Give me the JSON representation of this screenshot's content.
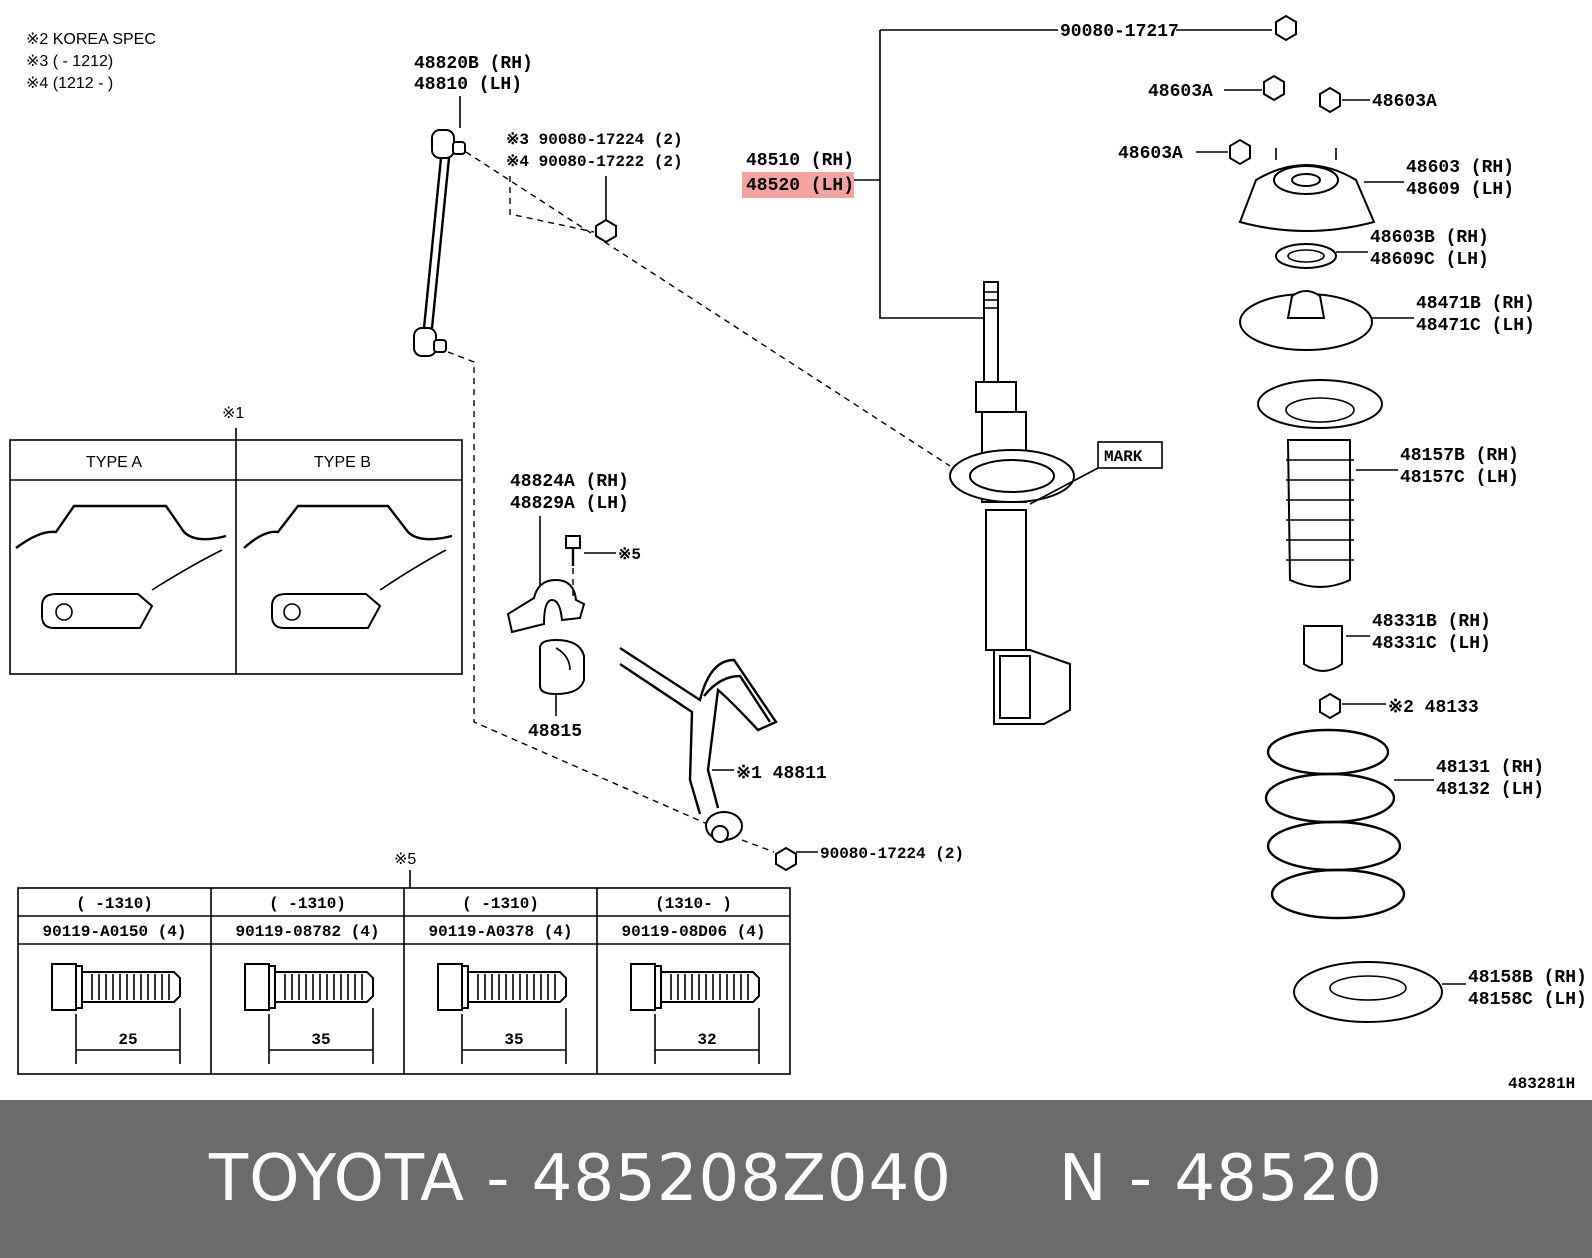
{
  "notes": {
    "korea_spec": "※2 KOREA SPEC",
    "note3": "※3 (        - 1212)",
    "note4": "※4 (1212 -        )",
    "note1_marker": "※1",
    "note5_marker": "※5"
  },
  "inset": {
    "type_a": "TYPE A",
    "type_b": "TYPE B"
  },
  "labels": {
    "p48820b": "48820B (RH)",
    "p48810": "48810 (LH)",
    "p90080_17224_n3": "※3  90080-17224 (2)",
    "p90080_17222_n4": "※4  90080-17222 (2)",
    "p48510": "48510 (RH)",
    "p48520": "48520 (LH)",
    "p90080_17217": "90080-17217",
    "p48603a_1": "48603A",
    "p48603a_2": "48603A",
    "p48603a_3": "48603A",
    "p48603": "48603 (RH)",
    "p48609": "48609 (LH)",
    "p48603b": "48603B (RH)",
    "p48609c": "48609C (LH)",
    "p48471b": "48471B (RH)",
    "p48471c": "48471C (LH)",
    "p48157b": "48157B (RH)",
    "p48157c": "48157C (LH)",
    "p48331b": "48331B (RH)",
    "p48331c": "48331C (LH)",
    "p48133": "※2 48133",
    "p48131": "48131 (RH)",
    "p48132": "48132 (LH)",
    "p48158b": "48158B (RH)",
    "p48158c": "48158C (LH)",
    "p48824a": "48824A (RH)",
    "p48829a": "48829A (LH)",
    "p_n5": "※5",
    "p48815": "48815",
    "p48811": "※1 48811",
    "p90080_17224": "90080-17224 (2)",
    "mark": "MARK",
    "figure_id": "483281H"
  },
  "highlight_color": "#f4a3a3",
  "bolt_table": {
    "columns": [
      {
        "range": "(        -1310)",
        "part": "90119-A0150 (4)",
        "length": "25"
      },
      {
        "range": "(        -1310)",
        "part": "90119-08782 (4)",
        "length": "35"
      },
      {
        "range": "(        -1310)",
        "part": "90119-A0378 (4)",
        "length": "35"
      },
      {
        "range": "(1310-        )",
        "part": "90119-08D06 (4)",
        "length": "32"
      }
    ]
  },
  "footer": {
    "text": "TOYOTA - 485208Z040     N - 48520"
  }
}
